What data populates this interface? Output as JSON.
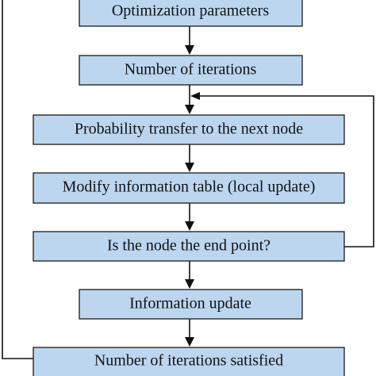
{
  "flowchart": {
    "nodes": [
      {
        "id": "opt-params",
        "label": "Optimization parameters"
      },
      {
        "id": "num-iter",
        "label": "Number of iterations"
      },
      {
        "id": "prob-transfer",
        "label": "Probability transfer to the next node"
      },
      {
        "id": "modify-table",
        "label": "Modify information table (local update)"
      },
      {
        "id": "end-point",
        "label": "Is the node the end point?"
      },
      {
        "id": "info-update",
        "label": "Information update"
      },
      {
        "id": "iter-satisfied",
        "label": "Number of iterations satisfied"
      }
    ],
    "edges": [
      {
        "from": "opt-params",
        "to": "num-iter"
      },
      {
        "from": "num-iter",
        "to": "prob-transfer"
      },
      {
        "from": "prob-transfer",
        "to": "modify-table"
      },
      {
        "from": "modify-table",
        "to": "end-point"
      },
      {
        "from": "end-point",
        "to": "info-update"
      },
      {
        "from": "info-update",
        "to": "iter-satisfied"
      },
      {
        "from": "end-point",
        "to": "prob-transfer",
        "kind": "loop-back"
      },
      {
        "from": "iter-satisfied",
        "to": "opt-params",
        "kind": "loop-back"
      }
    ],
    "colors": {
      "box_fill": "#bcd6f0",
      "box_stroke": "#1a1a1a",
      "line": "#111111"
    }
  }
}
